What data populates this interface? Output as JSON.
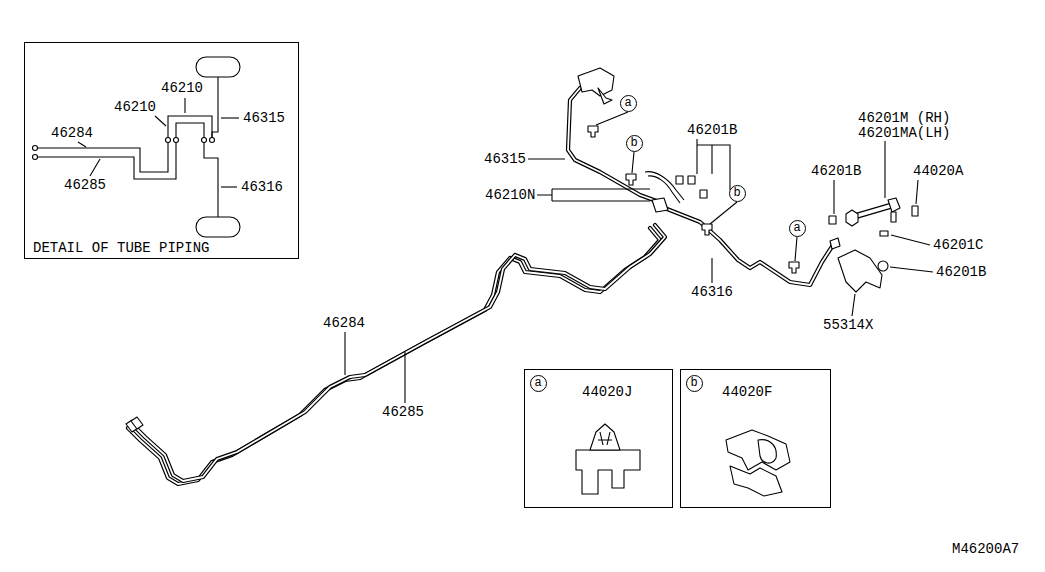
{
  "diagram": {
    "nodes": [
      {
        "text": [
          "DETAIL OF TUBE PIPING"
        ]
      },
      {
        "text": [
          "a"
        ]
      },
      {
        "text": [
          "b"
        ]
      },
      {
        "text": [
          "b"
        ]
      },
      {
        "text": [
          "a"
        ]
      },
      {
        "text": [
          "44020J"
        ]
      },
      {
        "text": [
          "a"
        ],
        "in": 5
      },
      {
        "text": [
          "44020F"
        ]
      },
      {
        "text": [
          "b"
        ],
        "in": 7
      }
    ],
    "labels": [
      "46210",
      "46210",
      "46315",
      "46284",
      "46285",
      "46316",
      "46201B",
      "46201M (RH)",
      "46201MA(LH)",
      "46315",
      "46201B",
      "44020A",
      "46210N",
      "46316",
      "46201C",
      "46201B",
      "55314X",
      "46284",
      "46285",
      "M46200A7"
    ]
  }
}
